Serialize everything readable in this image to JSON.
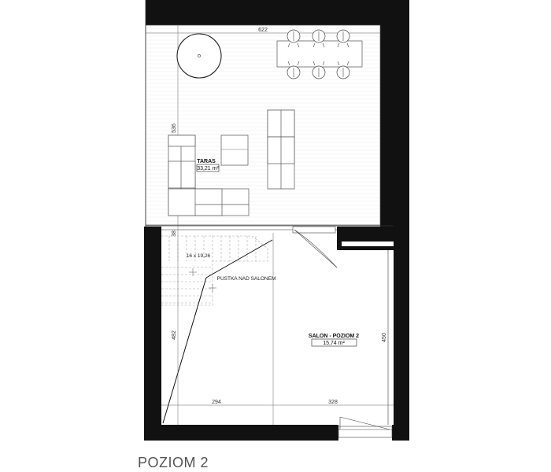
{
  "level_title": "POZIOM 2",
  "rooms": {
    "taras": {
      "name": "TARAS",
      "area": "33,21 m²"
    },
    "salon": {
      "name": "SALON - POZIOM 2",
      "area": "15,74 m²"
    }
  },
  "dimensions": {
    "terrace_width": "622",
    "terrace_depth": "536",
    "wall_thickness": "38",
    "stair_height": "482",
    "room_depth": "450",
    "bottom_left": "294",
    "bottom_right": "328"
  },
  "labels": {
    "stair_spec": "16 x 19,26",
    "void": "PUSTKA NAD SALONEM"
  },
  "colors": {
    "wall": "#111111",
    "line": "#444444",
    "fine": "#9a9a9a"
  }
}
